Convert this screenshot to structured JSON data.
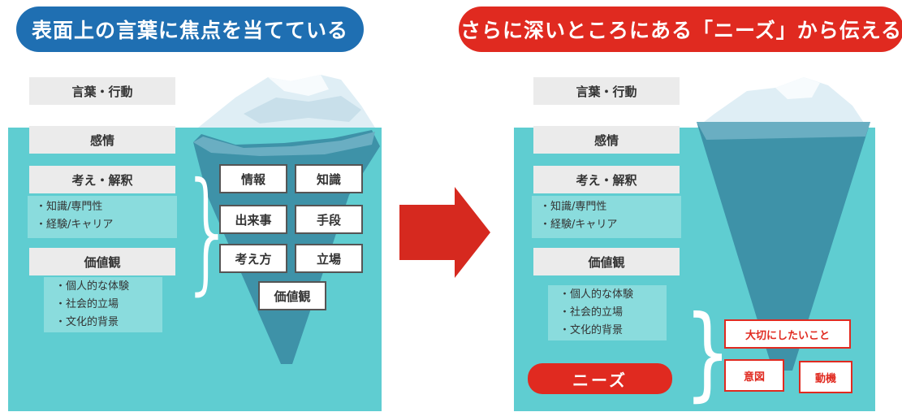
{
  "colors": {
    "header_left": "#1f6fb2",
    "header_right": "#e02a20",
    "water": "#5fcdd1",
    "label_box": "#ebebeb",
    "arrow": "#d6291f"
  },
  "left": {
    "header": "表面上の言葉に焦点を当てている",
    "boxes": {
      "words": "言葉・行動",
      "emotion": "感情",
      "thought": "考え・解釈",
      "values": "価値観"
    },
    "thought_list": [
      "・知識/専門性",
      "・経験/キャリア"
    ],
    "values_list": [
      "・個人的な体験",
      "・社会的立場",
      "・文化的背景"
    ],
    "tags": [
      "情報",
      "知識",
      "出来事",
      "手段",
      "考え方",
      "立場",
      "価値観"
    ]
  },
  "right": {
    "header": "さらに深いところにある「ニーズ」から伝える",
    "boxes": {
      "words": "言葉・行動",
      "emotion": "感情",
      "thought": "考え・解釈",
      "values": "価値観"
    },
    "thought_list": [
      "・知識/専門性",
      "・経験/キャリア"
    ],
    "values_list": [
      "・個人的な体験",
      "・社会的立場",
      "・文化的背景"
    ],
    "needs": "ニーズ",
    "tags": [
      "大切にしたいこと",
      "意図",
      "動機"
    ]
  },
  "icons": [
    "iceberg-icon",
    "arrow-right-icon",
    "brace-icon"
  ]
}
